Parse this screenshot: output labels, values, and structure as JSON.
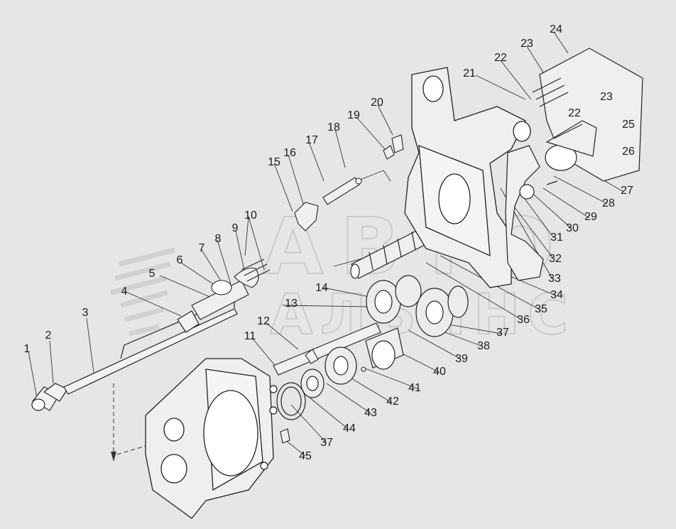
{
  "diagram": {
    "watermark": {
      "line1": "АВТО",
      "line2": "АЛЬЯНС"
    },
    "callouts": [
      {
        "id": "c1",
        "text": "1"
      },
      {
        "id": "c2",
        "text": "2"
      },
      {
        "id": "c3",
        "text": "3"
      },
      {
        "id": "c4",
        "text": "4"
      },
      {
        "id": "c5",
        "text": "5"
      },
      {
        "id": "c6",
        "text": "6"
      },
      {
        "id": "c7",
        "text": "7"
      },
      {
        "id": "c8",
        "text": "8"
      },
      {
        "id": "c9",
        "text": "9"
      },
      {
        "id": "c10",
        "text": "10"
      },
      {
        "id": "c11",
        "text": "11"
      },
      {
        "id": "c12",
        "text": "12"
      },
      {
        "id": "c13",
        "text": "13"
      },
      {
        "id": "c14",
        "text": "14"
      },
      {
        "id": "c15",
        "text": "15"
      },
      {
        "id": "c16",
        "text": "16"
      },
      {
        "id": "c17",
        "text": "17"
      },
      {
        "id": "c18",
        "text": "18"
      },
      {
        "id": "c19",
        "text": "19"
      },
      {
        "id": "c20",
        "text": "20"
      },
      {
        "id": "c21",
        "text": "21"
      },
      {
        "id": "c22a",
        "text": "22"
      },
      {
        "id": "c22b",
        "text": "22"
      },
      {
        "id": "c23a",
        "text": "23"
      },
      {
        "id": "c23b",
        "text": "23"
      },
      {
        "id": "c24",
        "text": "24"
      },
      {
        "id": "c25",
        "text": "25"
      },
      {
        "id": "c26",
        "text": "26"
      },
      {
        "id": "c27",
        "text": "27"
      },
      {
        "id": "c28",
        "text": "28"
      },
      {
        "id": "c29",
        "text": "29"
      },
      {
        "id": "c30",
        "text": "30"
      },
      {
        "id": "c31",
        "text": "31"
      },
      {
        "id": "c32",
        "text": "32"
      },
      {
        "id": "c33",
        "text": "33"
      },
      {
        "id": "c34",
        "text": "34"
      },
      {
        "id": "c35",
        "text": "35"
      },
      {
        "id": "c36",
        "text": "36"
      },
      {
        "id": "c37a",
        "text": "37"
      },
      {
        "id": "c37b",
        "text": "37"
      },
      {
        "id": "c38",
        "text": "38"
      },
      {
        "id": "c39",
        "text": "39"
      },
      {
        "id": "c40",
        "text": "40"
      },
      {
        "id": "c41",
        "text": "41"
      },
      {
        "id": "c42",
        "text": "42"
      },
      {
        "id": "c43",
        "text": "43"
      },
      {
        "id": "c44",
        "text": "44"
      },
      {
        "id": "c45",
        "text": "45"
      }
    ]
  }
}
